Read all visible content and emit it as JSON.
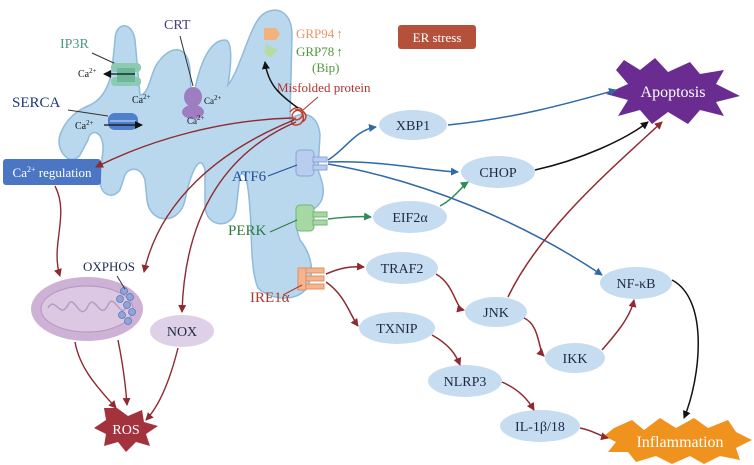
{
  "colors": {
    "er": "#b9d8ee",
    "node": "#c6dcf1",
    "blue_arrow": "#2f6aa8",
    "red_arrow": "#8e2a30",
    "green_arrow": "#2e8b57",
    "apoptosis": "#6a2c91",
    "inflammation": "#f0921e",
    "ros": "#a2333d",
    "ca_reg": "#4a76c3",
    "er_stress": "#b5513a",
    "mito": "#cdb2d6",
    "nox": "#ded0e6"
  },
  "icons": {
    "ip3r": "ion-channel-icon",
    "serca": "pump-icon",
    "crt": "calreticulin-icon",
    "misfolded": "tangled-protein-icon",
    "receptors": "sensor-receptor-icon",
    "mitochondrion": "mitochondrion-icon"
  },
  "labels": {
    "er_stress": "ER stress",
    "grp94": "GRP94",
    "grp78": "GRP78",
    "bip": "(Bip)",
    "up_arrow": "↑",
    "misfolded": "Misfolded protein",
    "crt": "CRT",
    "ip3r": "IP3R",
    "serca": "SERCA",
    "ca": "Ca",
    "ca_sup": "2+",
    "ca_reg": "Ca",
    "ca_reg_sup": "2+",
    "ca_reg_rest": " regulation",
    "atf6": "ATF6",
    "perk": "PERK",
    "ire1": "IRE1α",
    "oxphos": "OXPHOS"
  },
  "nodes": {
    "xbp1": "XBP1",
    "chop": "CHOP",
    "eif2a": "EIF2α",
    "traf2": "TRAF2",
    "jnk": "JNK",
    "txnip": "TXNIP",
    "ikk": "IKK",
    "nfkb": "NF-κB",
    "nlrp3": "NLRP3",
    "il1b": "IL-1β/18",
    "nox": "NOX"
  },
  "outcomes": {
    "apoptosis": "Apoptosis",
    "inflammation": "Inflammation",
    "ros": "ROS"
  }
}
